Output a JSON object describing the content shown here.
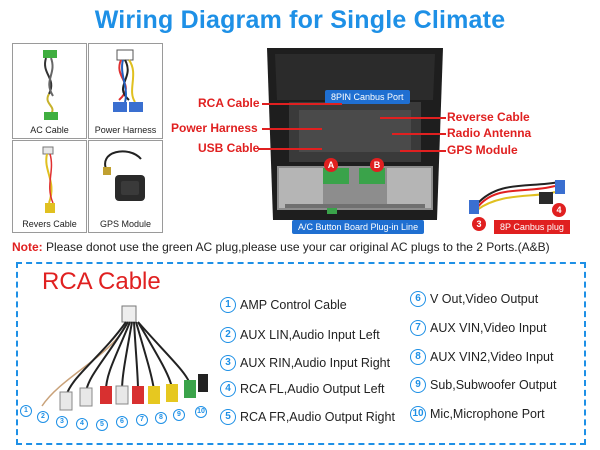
{
  "title": "Wiring Diagram for Single Climate",
  "thumbnails": [
    {
      "label": "AC Cable"
    },
    {
      "label": "Power Harness"
    },
    {
      "label": "Revers Cable"
    },
    {
      "label": "GPS Module"
    }
  ],
  "callouts_left": [
    "RCA Cable",
    "Power Harness",
    "USB Cable"
  ],
  "callouts_right": [
    "Reverse Cable",
    "Radio Antenna",
    "GPS Module"
  ],
  "tag_canbus_port": "8PIN Canbus Port",
  "tag_ac_button": "A/C Button Board Plug-in Line",
  "tag_canbus_plug": "8P Canbus plug",
  "port_a": "A",
  "port_b": "B",
  "badge_3": "3",
  "badge_4": "4",
  "note": {
    "label": "Note:",
    "text": " Please donot use the green AC plug,please use your car original AC plugs to the 2 Ports.(A&B)"
  },
  "rca": {
    "title": "RCA Cable",
    "items_left": [
      {
        "num": "1",
        "text": "AMP Control Cable"
      },
      {
        "num": "2",
        "text": "AUX LIN,Audio Input Left"
      },
      {
        "num": "3",
        "text": "AUX RIN,Audio Input Right"
      },
      {
        "num": "4",
        "text": "RCA FL,Audio Output Left"
      },
      {
        "num": "5",
        "text": "RCA FR,Audio Output Right"
      }
    ],
    "items_right": [
      {
        "num": "6",
        "text": "V Out,Video Output"
      },
      {
        "num": "7",
        "text": "AUX VIN,Video Input"
      },
      {
        "num": "8",
        "text": "AUX VIN2,Video Input"
      },
      {
        "num": "9",
        "text": "Sub,Subwoofer Output"
      },
      {
        "num": "10",
        "text": "Mic,Microphone Port"
      }
    ],
    "connector_numbers": [
      "1",
      "2",
      "3",
      "4",
      "5",
      "6",
      "7",
      "8",
      "9",
      "10"
    ]
  },
  "colors": {
    "title_blue": "#1e90e6",
    "callout_red": "#e02020",
    "label_blue": "#1f6fd1"
  }
}
